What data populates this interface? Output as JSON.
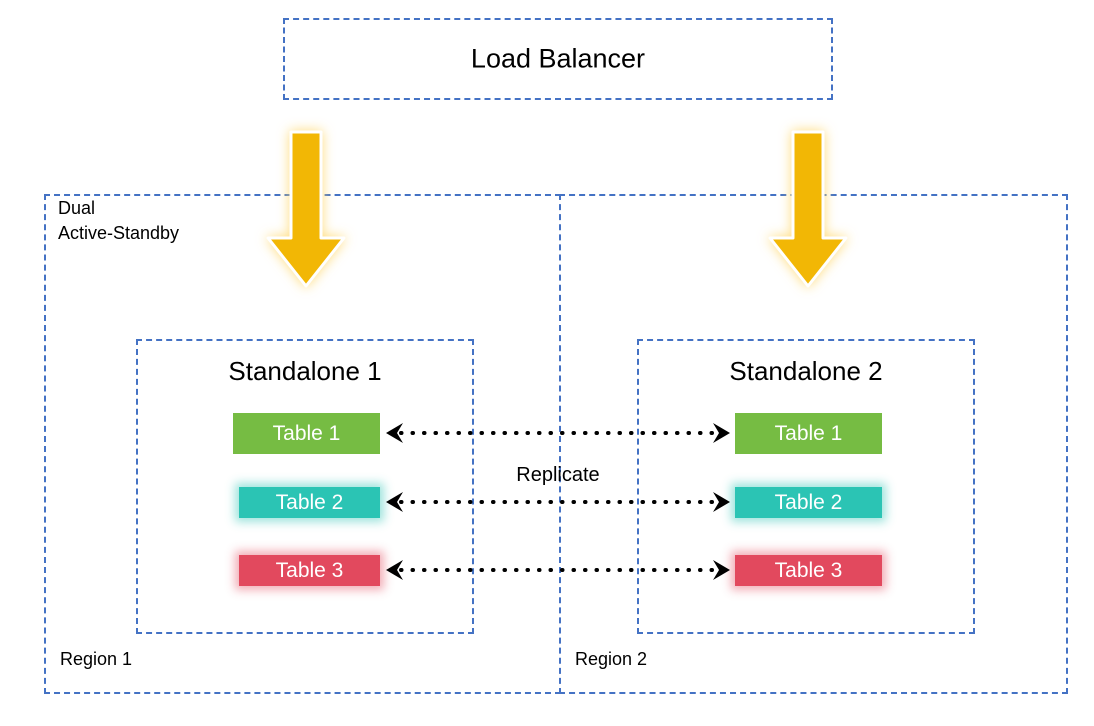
{
  "diagram": {
    "title": "Dual Active-Standby database replication across two regions",
    "colors": {
      "dashed_border": "#4472c4",
      "arrow_amber": "#f2b705",
      "table_1": "#76bc43",
      "table_2": "#2bc4b4",
      "table_3": "#e2495e",
      "connector": "#000000",
      "background": "#ffffff"
    }
  },
  "load_balancer": {
    "label": "Load Balancer"
  },
  "dual_caption": {
    "line_1": "Dual",
    "line_2": "Active-Standby"
  },
  "regions": [
    {
      "label": "Region 1",
      "standalone": {
        "title": "Standalone 1",
        "tables": [
          {
            "label": "Table 1",
            "color": "#76bc43"
          },
          {
            "label": "Table 2",
            "color": "#2bc4b4"
          },
          {
            "label": "Table 3",
            "color": "#e2495e"
          }
        ]
      }
    },
    {
      "label": "Region 2",
      "standalone": {
        "title": "Standalone 2",
        "tables": [
          {
            "label": "Table 1",
            "color": "#76bc43"
          },
          {
            "label": "Table 2",
            "color": "#2bc4b4"
          },
          {
            "label": "Table 3",
            "color": "#e2495e"
          }
        ]
      }
    }
  ],
  "replication": {
    "label": "Replicate",
    "style": "dotted",
    "direction": "bidirectional",
    "rows": 3
  },
  "traffic_arrows": [
    {
      "name": "traffic-to-region-1",
      "direction": "down",
      "color": "#f2b705"
    },
    {
      "name": "traffic-to-region-2",
      "direction": "down",
      "color": "#f2b705"
    }
  ]
}
